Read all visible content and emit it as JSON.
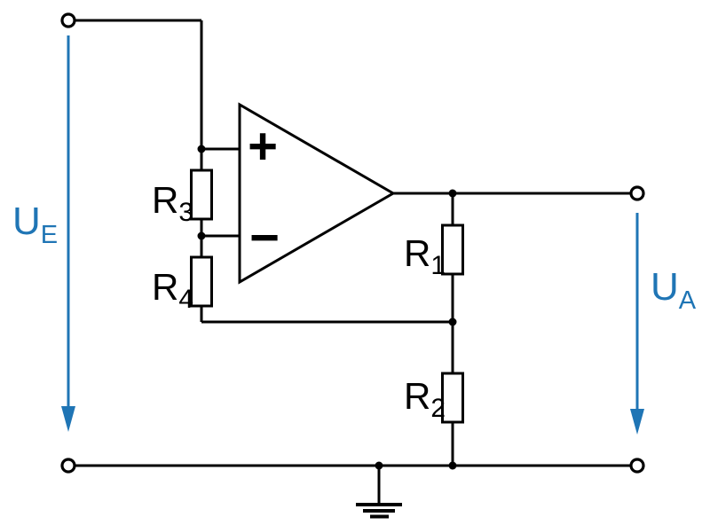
{
  "diagram": {
    "description": "Operational amplifier circuit schematic with input divider R3/R4 and feedback divider R1/R2",
    "colors": {
      "wire": "#000000",
      "voltage_accent": "#1f75b5",
      "background": "#ffffff"
    },
    "opamp": {
      "noninverting_input_label": "+",
      "inverting_input_label": "−"
    },
    "resistors": {
      "r1": {
        "symbol": "R",
        "sub": "1"
      },
      "r2": {
        "symbol": "R",
        "sub": "2"
      },
      "r3": {
        "symbol": "R",
        "sub": "3"
      },
      "r4": {
        "symbol": "R",
        "sub": "4"
      }
    },
    "voltages": {
      "input": {
        "symbol": "U",
        "sub": "E"
      },
      "output": {
        "symbol": "U",
        "sub": "A"
      }
    }
  }
}
